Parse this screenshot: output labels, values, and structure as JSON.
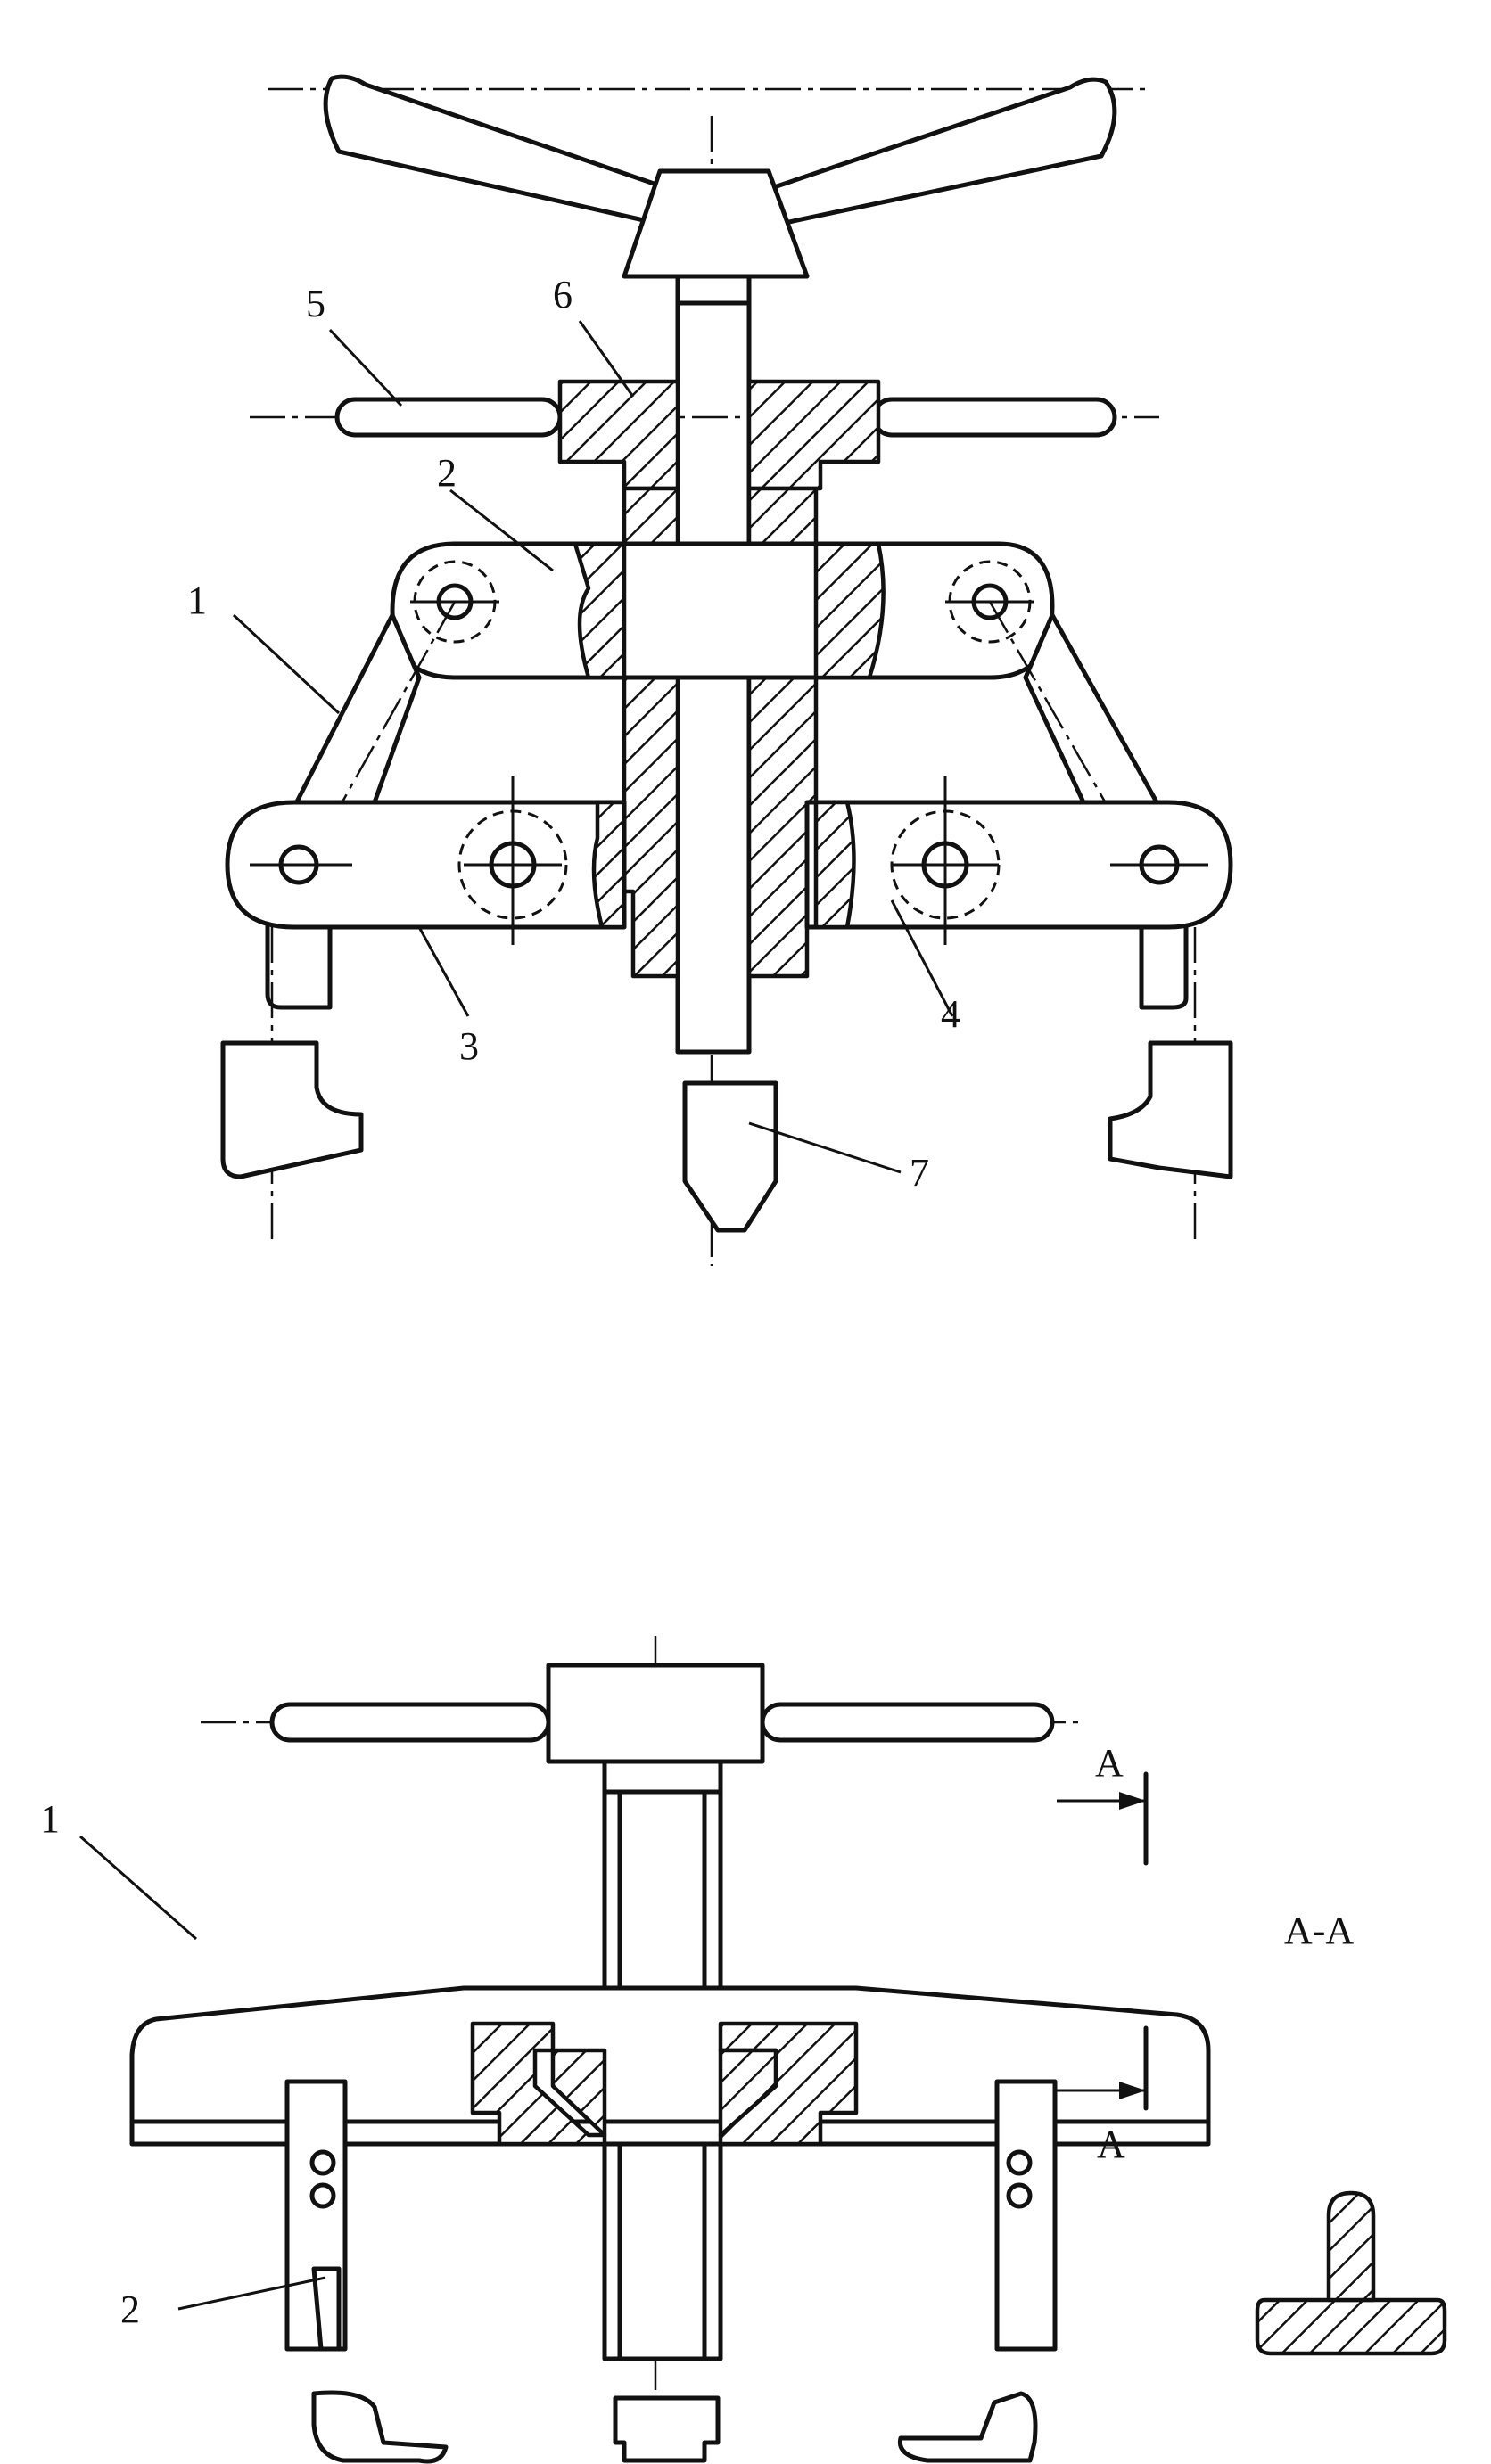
{
  "top_view": {
    "labels": [
      "1",
      "2",
      "3",
      "4",
      "5",
      "6",
      "7"
    ]
  },
  "bottom_view": {
    "labels": [
      "1",
      "2"
    ],
    "section_marker_top": "A",
    "section_marker_bottom": "A",
    "section_title": "A-A"
  }
}
